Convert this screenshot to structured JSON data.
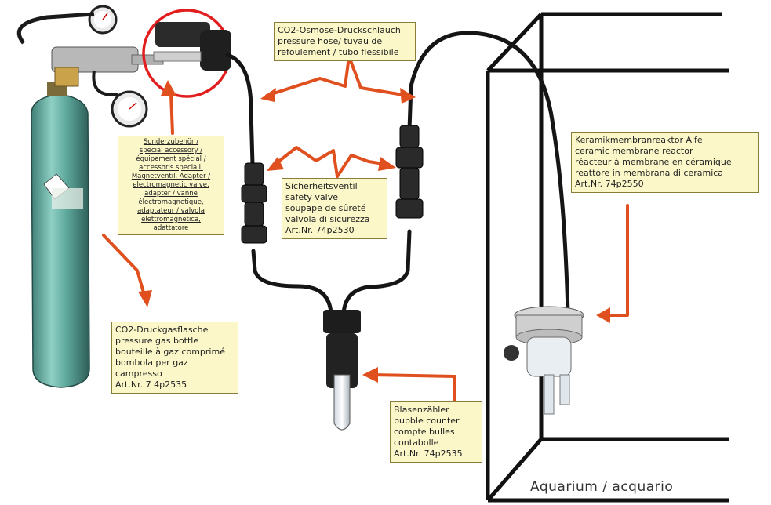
{
  "labels": {
    "hose": [
      "CO2-Osmose-Druckschlauch",
      "pressure hose/ tuyau de",
      "refoulement / tubo flessibile"
    ],
    "special": [
      "Sonderzubehör /",
      "special accessory /",
      "équipement spécial /",
      "accessoris speciali:",
      "Magnetventil, Adapter /",
      "electromagnetic valve,",
      "adapter / vanne",
      "électromagnetique,",
      "adaptateur / valvola",
      "elettromagnetica,",
      "adattatore"
    ],
    "valve": [
      "Sicherheitsventil",
      "safety valve",
      "soupape de sûreté",
      "valvola di sicurezza",
      "Art.Nr. 74p2530"
    ],
    "reactor": [
      "Keramikmembranreaktor Alfe",
      "ceramic membrane reactor",
      "réacteur à membrane en céramique",
      "reattore in membrana di ceramica",
      "Art.Nr. 74p2550"
    ],
    "bottle": [
      "CO2-Druckgasflasche",
      "pressure gas bottle",
      "bouteille à gaz comprimé",
      "bombola per gaz",
      "campresso",
      "Art.Nr. 7 4p2535"
    ],
    "counter": [
      "Blasenzähler",
      "bubble counter",
      "compte bulles",
      "contabolle",
      "Art.Nr. 74p2535"
    ]
  },
  "aquarium_caption": "Aquarium / acquario",
  "colors": {
    "arrow": "#e0501e",
    "label_bg": "#fbf7c8",
    "tank_line": "#111111",
    "bottle": "#5fa89c"
  }
}
